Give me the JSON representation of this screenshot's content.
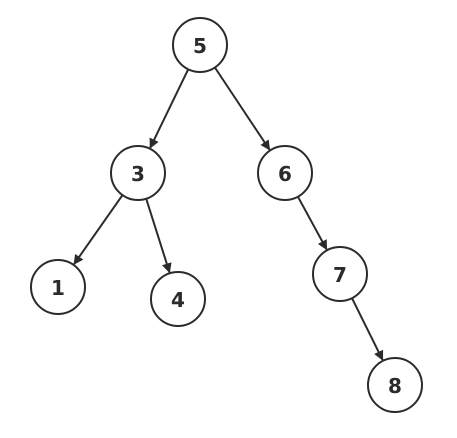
{
  "tree": {
    "nodes": [
      {
        "id": "5",
        "label": "5",
        "depth": 0,
        "parent": null
      },
      {
        "id": "3",
        "label": "3",
        "depth": 1,
        "parent": "5"
      },
      {
        "id": "6",
        "label": "6",
        "depth": 1,
        "parent": "5"
      },
      {
        "id": "1",
        "label": "1",
        "depth": 2,
        "parent": "3"
      },
      {
        "id": "4",
        "label": "4",
        "depth": 2,
        "parent": "3"
      },
      {
        "id": "7",
        "label": "7",
        "depth": 2,
        "parent": "6"
      },
      {
        "id": "8",
        "label": "8",
        "depth": 3,
        "parent": "7"
      }
    ],
    "edges": [
      {
        "from": "5",
        "to": "3"
      },
      {
        "from": "5",
        "to": "6"
      },
      {
        "from": "3",
        "to": "1"
      },
      {
        "from": "3",
        "to": "4"
      },
      {
        "from": "6",
        "to": "7"
      },
      {
        "from": "7",
        "to": "8"
      }
    ]
  },
  "colors": {
    "stroke": "#2b2b2b",
    "background": "#ffffff"
  }
}
